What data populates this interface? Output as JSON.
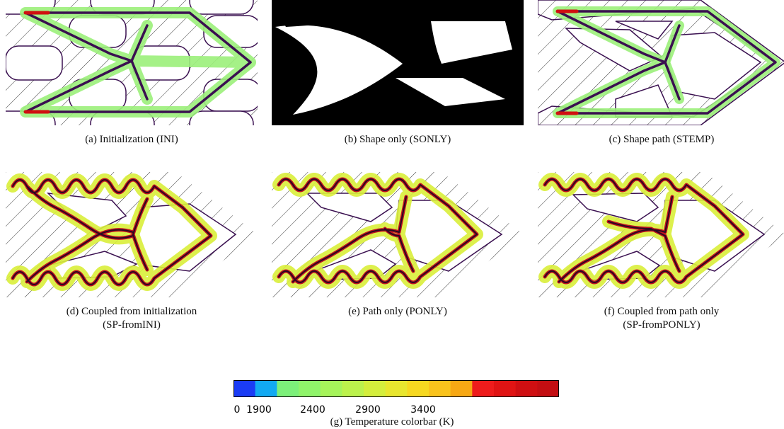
{
  "figure": {
    "panels": [
      {
        "id": "a",
        "caption": "(a) Initialization (INI)",
        "caption_line2": ""
      },
      {
        "id": "b",
        "caption": "(b) Shape only (SONLY)",
        "caption_line2": ""
      },
      {
        "id": "c",
        "caption": "(c) Shape path (STEMP)",
        "caption_line2": ""
      },
      {
        "id": "d",
        "caption": "(d) Coupled from initialization",
        "caption_line2": "(SP-fromINI)"
      },
      {
        "id": "e",
        "caption": "(e) Path only (PONLY)",
        "caption_line2": ""
      },
      {
        "id": "f",
        "caption": "(f) Coupled from path only",
        "caption_line2": "(SP-fromPONLY)"
      }
    ],
    "colorbar": {
      "caption": "(g) Temperature colorbar (K)",
      "ticks": [
        "0",
        "1900",
        "2400",
        "2900",
        "3400"
      ],
      "colors": [
        "#1b3cf5",
        "#12a9f2",
        "#7cf07a",
        "#8ff46a",
        "#a6f45a",
        "#bcf24c",
        "#d4ee3c",
        "#e8e62e",
        "#f6d820",
        "#f9c31c",
        "#f7a814",
        "#ee1c1c",
        "#e01414",
        "#cf0f12",
        "#c30e12"
      ]
    }
  }
}
